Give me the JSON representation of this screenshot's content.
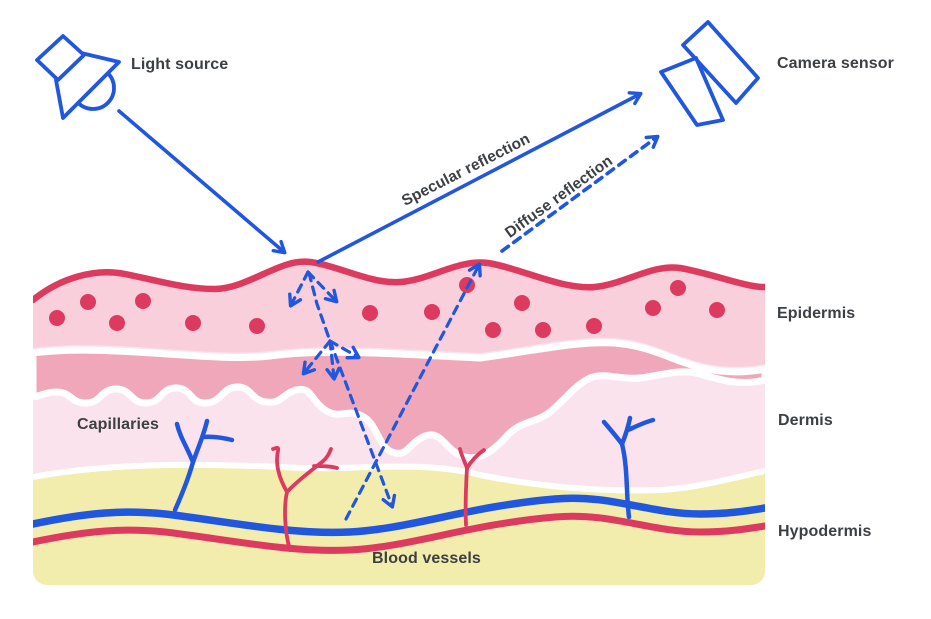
{
  "colors": {
    "background": "#ffffff",
    "white": "#ffffff",
    "blue": "#2157de",
    "crimson": "#dd3a5f",
    "epidermis-pink": "#f8cfdb",
    "basal-pink": "#f1a7ba",
    "dermis-pink": "#fbe3ed",
    "hypodermis-yellow": "#f2ecad",
    "text": "#3c4043"
  },
  "scene": {
    "light_source": {
      "label": "Light source",
      "icon": "spotlight-icon"
    },
    "camera_sensor": {
      "label": "Camera sensor",
      "icon": "camera-sensor-icon"
    },
    "rays": {
      "specular": {
        "label": "Specular reflection",
        "style": "solid"
      },
      "diffuse": {
        "label": "Diffuse reflection",
        "style": "dashed"
      }
    },
    "skin_layers": [
      {
        "label": "Epidermis"
      },
      {
        "label": "Dermis"
      },
      {
        "label": "Hypodermis"
      }
    ],
    "structures": [
      {
        "label": "Capillaries"
      },
      {
        "label": "Blood vessels"
      }
    ]
  }
}
